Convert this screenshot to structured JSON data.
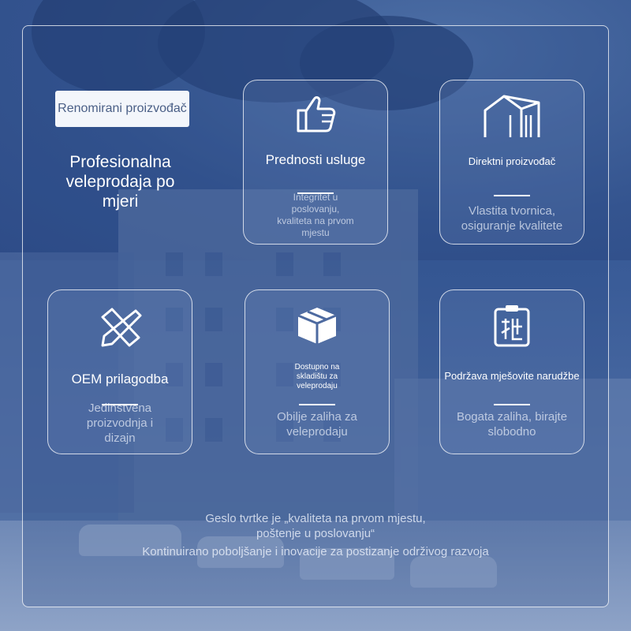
{
  "badge": {
    "label": "Renomirani proizvođač"
  },
  "headline": "Profesionalna veleprodaja po mjeri",
  "cards": [
    {
      "icon": "thumbs-up-icon",
      "title": "Prednosti usluge",
      "desc": "Integritet u poslovanju, kvaliteta na prvom mjestu"
    },
    {
      "icon": "factory-icon",
      "title": "Direktni proizvođač",
      "desc": "Vlastita tvornica, osiguranje kvalitete"
    },
    {
      "icon": "pencil-ruler-icon",
      "title": "OEM prilagodba",
      "desc": "Jedinstvena proizvodnja i dizajn"
    },
    {
      "icon": "package-box-icon",
      "title": "Dostupno na skladištu za veleprodaju",
      "desc": "Obilje zaliha za veleprodaju"
    },
    {
      "icon": "clipboard-batch-icon",
      "title": "Podržava mješovite narudžbe",
      "desc": "Bogata zaliha, birajte slobodno"
    }
  ],
  "slogan": {
    "line1": "Geslo tvrtke je „kvaliteta na prvom mjestu, poštenje u poslovanju“",
    "line2": "Kontinuirano poboljšanje i inovacije za postizanje održivog razvoja"
  },
  "colors": {
    "accent": "#ffffff",
    "background": "#35558f",
    "badge_bg": "#f3f6fb",
    "badge_text": "#4a5f86"
  }
}
